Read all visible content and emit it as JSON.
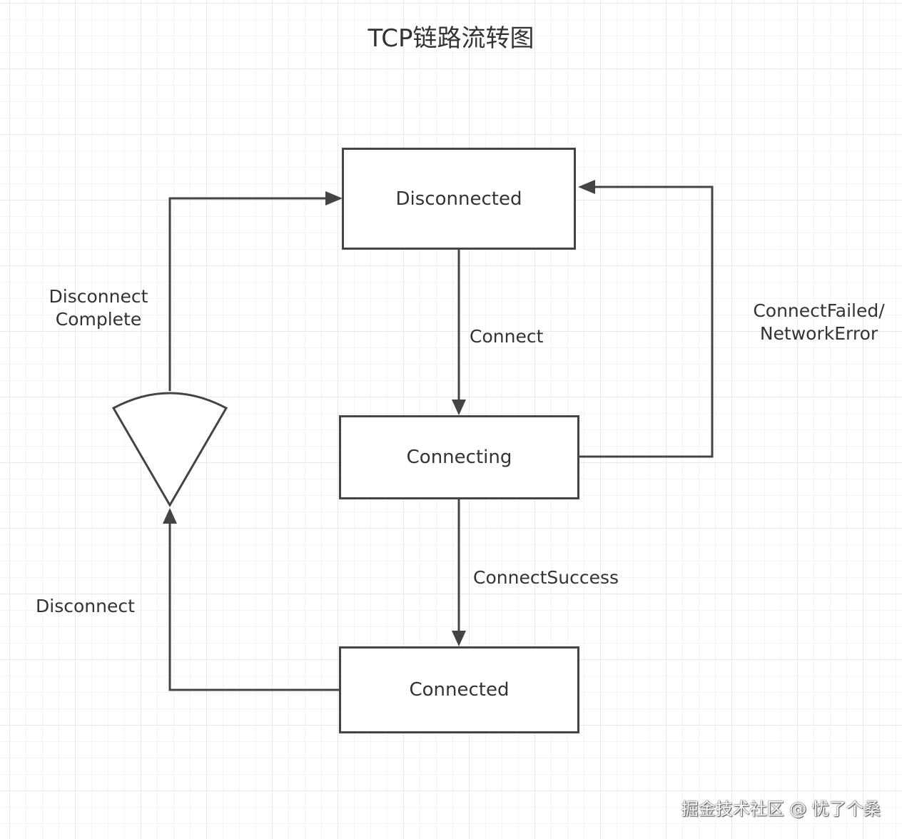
{
  "title": "TCP链路流转图",
  "nodes": {
    "disconnected": "Disconnected",
    "connecting": "Connecting",
    "connected": "Connected"
  },
  "edges": {
    "connect": "Connect",
    "connect_success": "ConnectSuccess",
    "connect_failed_line1": "ConnectFailed/",
    "connect_failed_line2": "NetworkError",
    "disconnect": "Disconnect",
    "disconnect_complete_line1": "Disconnect",
    "disconnect_complete_line2": "Complete"
  },
  "watermark": "掘金技术社区 @ 忧了个桑",
  "colors": {
    "line": "#444444",
    "text": "#333333",
    "background": "#ffffff",
    "grid": "#e8e8e8"
  }
}
